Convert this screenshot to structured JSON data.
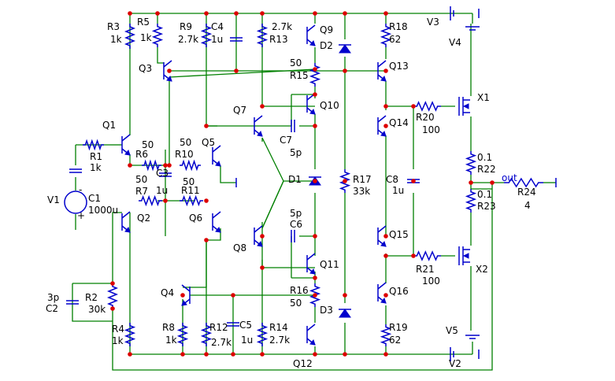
{
  "components": [
    {
      "id": "R3",
      "ref": "R3",
      "value": "1k"
    },
    {
      "id": "R5",
      "ref": "R5",
      "value": "1k"
    },
    {
      "id": "R9",
      "ref": "R9",
      "value": "2.7k"
    },
    {
      "id": "C4",
      "ref": "C4",
      "value": "1u"
    },
    {
      "id": "R13",
      "ref": "R13",
      "value": "2.7k"
    },
    {
      "id": "Q9",
      "ref": "Q9",
      "value": ""
    },
    {
      "id": "D2",
      "ref": "D2",
      "value": ""
    },
    {
      "id": "R18",
      "ref": "R18",
      "value": "62"
    },
    {
      "id": "V3",
      "ref": "V3",
      "value": ""
    },
    {
      "id": "V4",
      "ref": "V4",
      "value": ""
    },
    {
      "id": "Q3",
      "ref": "Q3",
      "value": ""
    },
    {
      "id": "R15",
      "ref": "R15",
      "value": "50"
    },
    {
      "id": "Q13",
      "ref": "Q13",
      "value": ""
    },
    {
      "id": "Q7",
      "ref": "Q7",
      "value": ""
    },
    {
      "id": "Q10",
      "ref": "Q10",
      "value": ""
    },
    {
      "id": "R20",
      "ref": "R20",
      "value": "100"
    },
    {
      "id": "X1",
      "ref": "X1",
      "value": ""
    },
    {
      "id": "Q1",
      "ref": "Q1",
      "value": ""
    },
    {
      "id": "Q14",
      "ref": "Q14",
      "value": ""
    },
    {
      "id": "C7",
      "ref": "C7",
      "value": "5p"
    },
    {
      "id": "R1",
      "ref": "R1",
      "value": "1k"
    },
    {
      "id": "R6",
      "ref": "R6",
      "value": "50"
    },
    {
      "id": "R10",
      "ref": "R10",
      "value": "50"
    },
    {
      "id": "Q5",
      "ref": "Q5",
      "value": ""
    },
    {
      "id": "R22",
      "ref": "R22",
      "value": "0.1"
    },
    {
      "id": "C3",
      "ref": "C3",
      "value": "1u"
    },
    {
      "id": "D1",
      "ref": "D1",
      "value": ""
    },
    {
      "id": "R17",
      "ref": "R17",
      "value": "33k"
    },
    {
      "id": "C8",
      "ref": "C8",
      "value": "1u"
    },
    {
      "id": "R7",
      "ref": "R7",
      "value": "50"
    },
    {
      "id": "R11",
      "ref": "R11",
      "value": "50"
    },
    {
      "id": "R24",
      "ref": "R24",
      "value": "4"
    },
    {
      "id": "V1",
      "ref": "V1",
      "value": ""
    },
    {
      "id": "C1",
      "ref": "C1",
      "value": "1000u"
    },
    {
      "id": "R23",
      "ref": "R23",
      "value": "0.1"
    },
    {
      "id": "Q2",
      "ref": "Q2",
      "value": ""
    },
    {
      "id": "Q6",
      "ref": "Q6",
      "value": ""
    },
    {
      "id": "C6",
      "ref": "C6",
      "value": "5p"
    },
    {
      "id": "Q15",
      "ref": "Q15",
      "value": ""
    },
    {
      "id": "Q8",
      "ref": "Q8",
      "value": ""
    },
    {
      "id": "R21",
      "ref": "R21",
      "value": "100"
    },
    {
      "id": "Q11",
      "ref": "Q11",
      "value": ""
    },
    {
      "id": "X2",
      "ref": "X2",
      "value": ""
    },
    {
      "id": "C2",
      "ref": "C2",
      "value": "3p"
    },
    {
      "id": "R2",
      "ref": "R2",
      "value": "30k"
    },
    {
      "id": "Q4",
      "ref": "Q4",
      "value": ""
    },
    {
      "id": "R16",
      "ref": "R16",
      "value": "50"
    },
    {
      "id": "Q16",
      "ref": "Q16",
      "value": ""
    },
    {
      "id": "D3",
      "ref": "D3",
      "value": ""
    },
    {
      "id": "R8",
      "ref": "R8",
      "value": "1k"
    },
    {
      "id": "R12",
      "ref": "R12",
      "value": "2.7k"
    },
    {
      "id": "C5",
      "ref": "C5",
      "value": "1u"
    },
    {
      "id": "R14",
      "ref": "R14",
      "value": "2.7k"
    },
    {
      "id": "R19",
      "ref": "R19",
      "value": "62"
    },
    {
      "id": "V5",
      "ref": "V5",
      "value": ""
    },
    {
      "id": "R4",
      "ref": "R4",
      "value": "1k"
    },
    {
      "id": "Q12",
      "ref": "Q12",
      "value": ""
    },
    {
      "id": "V2",
      "ref": "V2",
      "value": ""
    }
  ],
  "nets": {
    "output_label": "out"
  },
  "polarity": {
    "plus": "+",
    "minus": "-"
  },
  "colors": {
    "wire": "#008000",
    "component": "#0000cc",
    "junction": "#dd0000",
    "text": "#000000"
  }
}
